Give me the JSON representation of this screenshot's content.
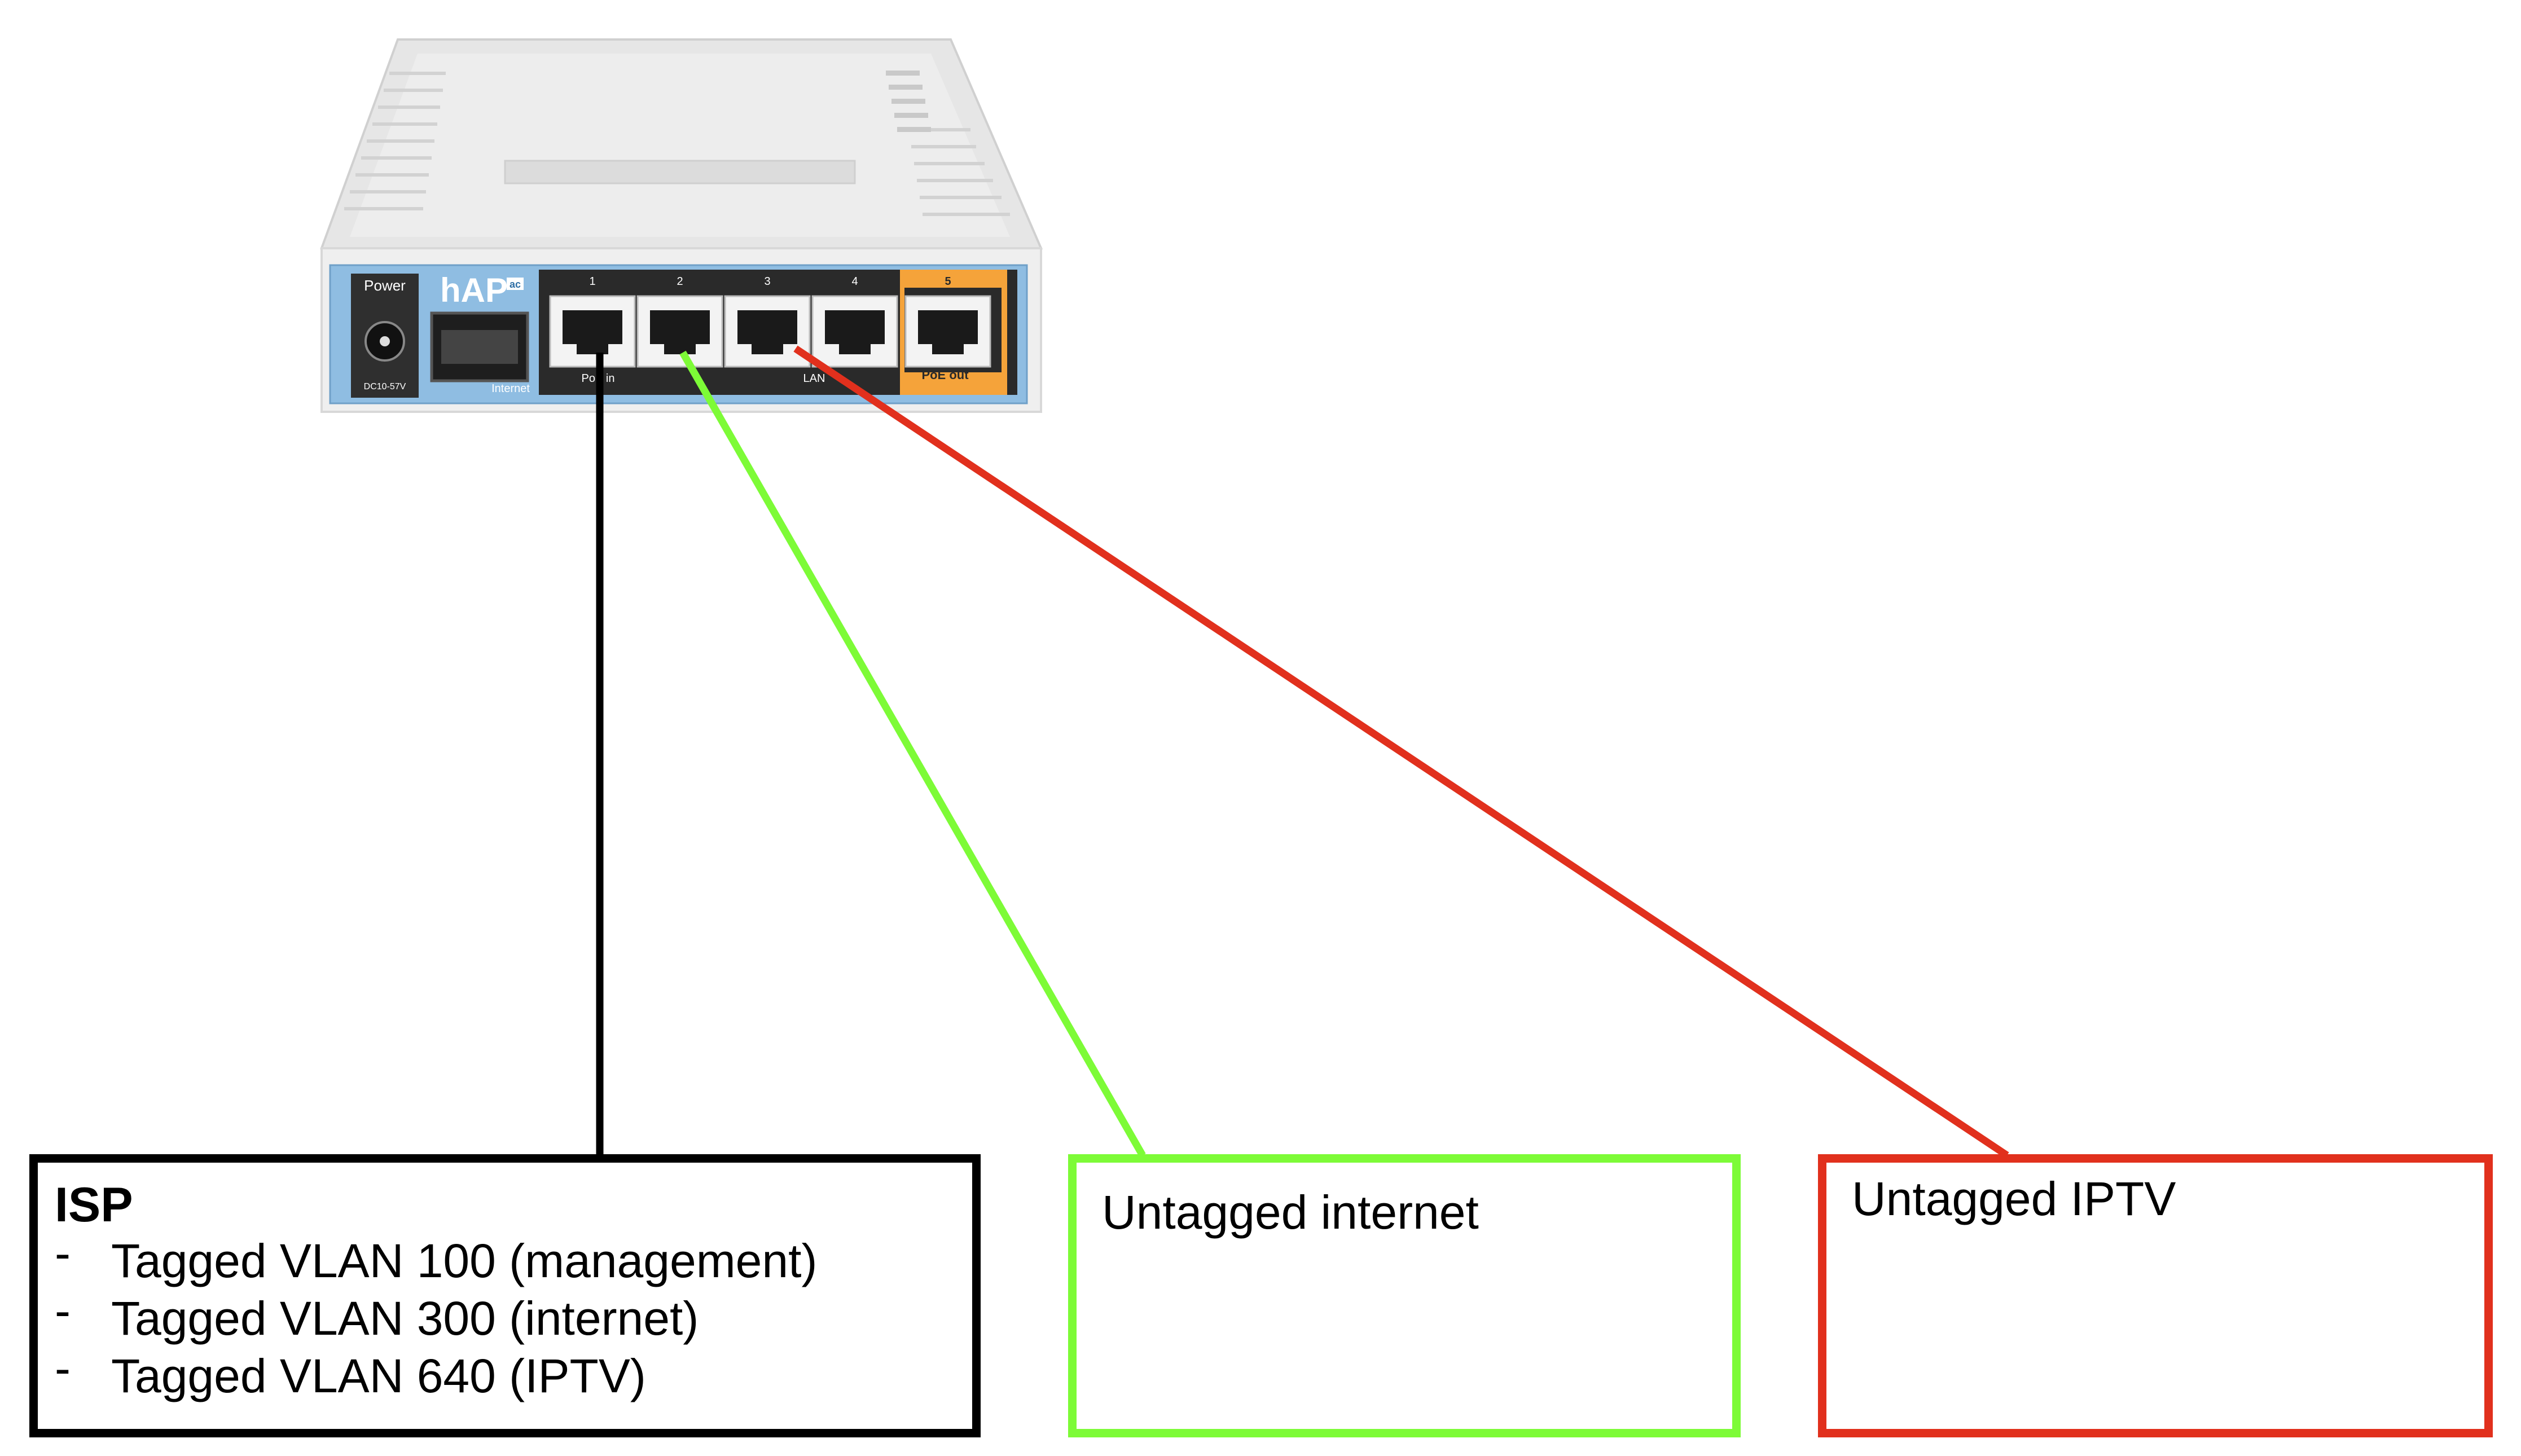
{
  "router": {
    "power_label": "Power",
    "model_label": "hAP",
    "model_badge": "ac",
    "dc_label": "DC10-57V",
    "internet_label": "Internet",
    "port_numbers": [
      "1",
      "2",
      "3",
      "4",
      "5"
    ],
    "poe_in_label": "PoE in",
    "lan_label": "LAN",
    "poe_out_label": "PoE out"
  },
  "isp_box": {
    "title": "ISP",
    "bullet": "-",
    "items": [
      "Tagged VLAN 100 (management)",
      "Tagged VLAN 300 (internet)",
      "Tagged VLAN 640 (IPTV)"
    ]
  },
  "internet_box": {
    "title": "Untagged internet"
  },
  "iptv_box": {
    "title": "Untagged IPTV"
  },
  "colors": {
    "isp": "#000000",
    "internet": "#7dfb37",
    "iptv": "#e1301d",
    "router_panel": "#8fbde2",
    "port_band": "#2a2a2a",
    "poe_orange": "#f5a33a"
  }
}
